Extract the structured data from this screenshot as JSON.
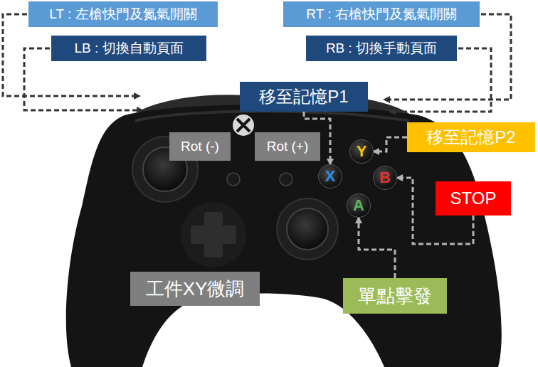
{
  "diagram": {
    "nodes": [
      {
        "text": [
          "LT : 左槍快門及氮氣開關"
        ]
      },
      {
        "text": [
          "RT : 右槍快門及氮氣開關"
        ]
      },
      {
        "text": [
          "LB : 切換自動頁面"
        ]
      },
      {
        "text": [
          "RB : 切換手動頁面"
        ]
      },
      {
        "text": [
          "移至記憶P1"
        ]
      },
      {
        "text": [
          "Rot (-)"
        ]
      },
      {
        "text": [
          "Rot (+)"
        ]
      },
      {
        "text": [
          "移至記憶P2"
        ]
      },
      {
        "text": [
          "Y"
        ]
      },
      {
        "text": [
          "X"
        ]
      },
      {
        "text": [
          "B"
        ]
      },
      {
        "text": [
          "STOP"
        ]
      },
      {
        "text": [
          "A"
        ]
      },
      {
        "text": [
          "工件XY微調"
        ]
      },
      {
        "text": [
          "單點擊發"
        ]
      }
    ],
    "edges": [
      {
        "from": 4,
        "to": 9,
        "arrow": "to"
      },
      {
        "from": 7,
        "to": 8,
        "arrow": "to"
      },
      {
        "from": 11,
        "to": 10,
        "arrow": "to"
      },
      {
        "from": 14,
        "to": 12,
        "arrow": "to"
      }
    ]
  }
}
